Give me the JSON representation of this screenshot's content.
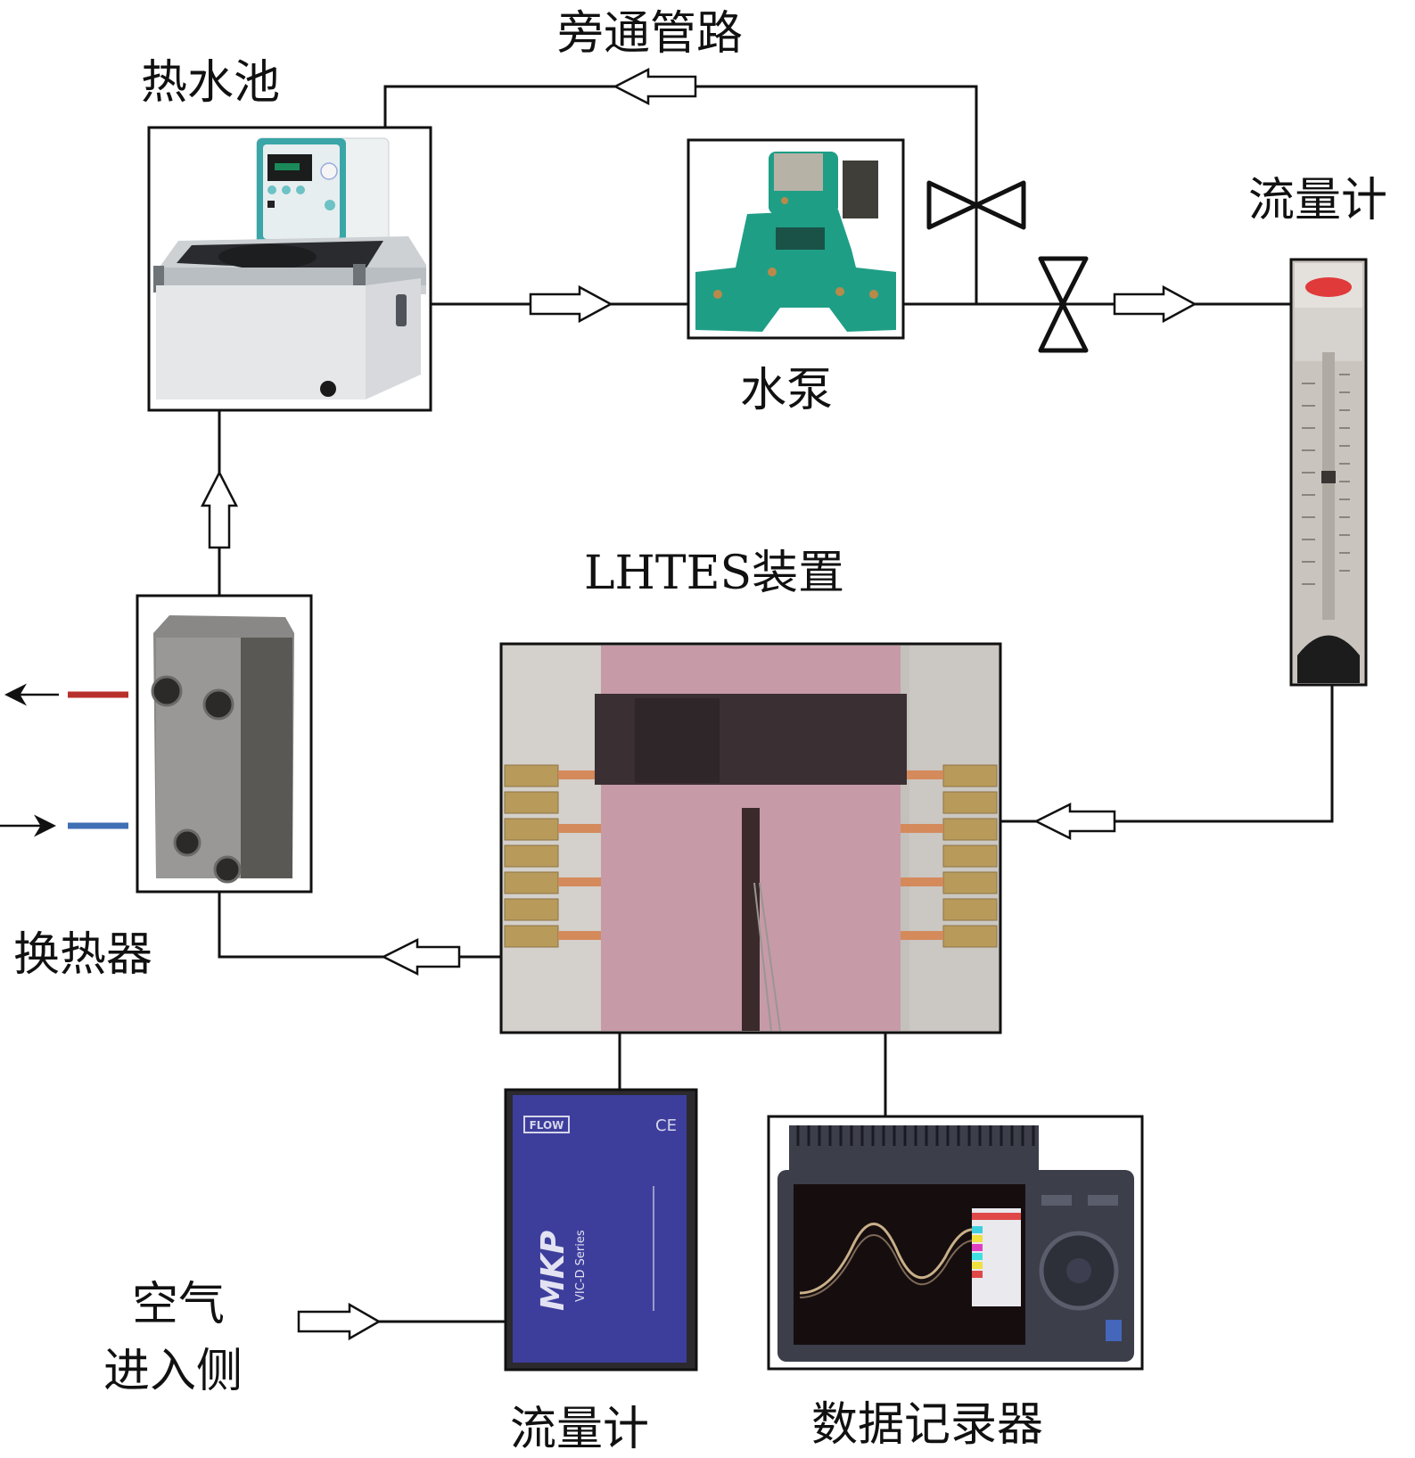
{
  "labels": {
    "hot_water_tank": "热水池",
    "bypass_pipe": "旁通管路",
    "water_pump": "水泵",
    "water_flowmeter": "流量计",
    "lhtes_device": "LHTES装置",
    "heat_exchanger": "换热器",
    "air_inlet_line1": "空气",
    "air_inlet_line2": "进入侧",
    "air_flowmeter": "流量计",
    "data_logger": "数据记录器"
  },
  "device_text": {
    "air_flowmeter_brand": "MKP",
    "air_flowmeter_series": "VIC-D Series",
    "air_flowmeter_badge": "FLOW",
    "air_flowmeter_mark": "CE"
  },
  "colors": {
    "line": "#111111",
    "hot_out": "#b8302b",
    "cold_in": "#3f6fb5",
    "pump_green": "#1f9e86",
    "bath_teal": "#3aa6a8",
    "lhtes_pink": "#c79aa8",
    "lhtes_band": "#3a2f33",
    "brass": "#b89a5a",
    "flowmeter_blue": "#3d3e9c",
    "logger_body": "#3c3e4a",
    "logger_screen": "#160e0e",
    "rotameter_logo": "#e03a3a"
  }
}
